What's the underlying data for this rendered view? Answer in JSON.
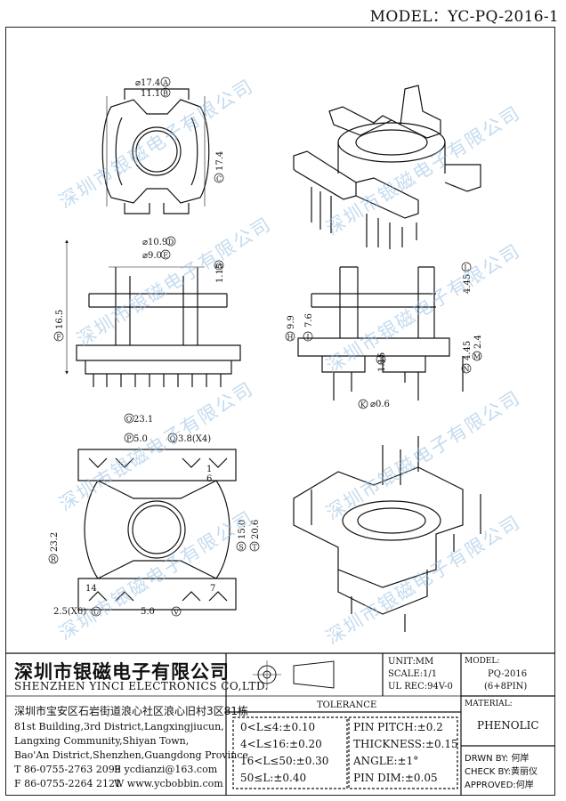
{
  "model": "MODEL：YC-PQ-2016-1",
  "watermark": "深圳市银磁电子有限公司",
  "dims": {
    "top_d174": "⌀17.4",
    "top_111": "11.1",
    "top_174v": "17.4",
    "front_d109": "⌀10.9",
    "front_d90": "⌀9.0",
    "front_115": "1.15",
    "front_165": "16.5",
    "side_445a": "4.45",
    "side_99": "9.9",
    "side_76": "7.6",
    "side_24": "2.4",
    "side_445b": "4.45",
    "side_115": "1.15",
    "side_d06": "⌀0.6",
    "bot_231": "23.1",
    "bot_50a": "5.0",
    "bot_38": "3.8(X4)",
    "bot_232": "23.2",
    "bot_150": "15.0",
    "bot_206": "20.6",
    "bot_25": "2.5(X6)",
    "bot_50b": "5.0"
  },
  "letters": {
    "A": "A",
    "B": "B",
    "C": "C",
    "D": "D",
    "E": "E",
    "F": "F",
    "G": "G",
    "H": "H",
    "I": "I",
    "J": "J",
    "K": "K",
    "L": "L",
    "M": "M",
    "N": "N",
    "O": "O",
    "P": "P",
    "Q": "Q",
    "R": "R",
    "S": "S",
    "T": "T",
    "U": "U",
    "V": "V"
  },
  "pins": {
    "p1": "1",
    "p6": "6",
    "p14": "14",
    "p7": "7"
  },
  "company": {
    "name_cn": "深圳市银磁电子有限公司",
    "name_en": "SHENZHEN YINCI ELECTRONICS CO,LTD.",
    "address_cn": "深圳市宝安区石岩街道浪心社区浪心旧村3区81栋",
    "address_en_1": "81st Building,3rd District,Langxingjiucun,",
    "address_en_2": "Langxing Community,Shiyan Town,",
    "address_en_3": "Bao'An District,Shenzhen,Guangdong Province",
    "tel": "T 86-0755-2763 2099",
    "email": "E ycdianzi@163.com",
    "fax": "F 86-0755-2264 2121",
    "web": "W www.ycbobbin.com"
  },
  "spec": {
    "unit": "UNIT:MM",
    "scale": "SCALE:1/1",
    "ul": "UL REC:94V-0"
  },
  "model_box": {
    "label": "MODEL:",
    "value": "PQ-2016",
    "pins": "(6+8PIN)"
  },
  "material": {
    "label": "MATERIAL:",
    "value": "PHENOLIC"
  },
  "tolerance": {
    "title": "TOLERANCE",
    "rows": [
      "0<L≤4:±0.10",
      "4<L≤16:±0.20",
      "16<L≤50:±0.30",
      "50≤L:±0.40"
    ],
    "right_rows": [
      "PIN PITCH:±0.2",
      "THICKNESS:±0.15",
      "ANGLE:±1°",
      "PIN DIM:±0.05"
    ]
  },
  "approvals": {
    "drawn": "DRWN BY: 何岸",
    "check": "CHECK BY:黄丽仪",
    "approved": "APPROVED:何岸"
  }
}
